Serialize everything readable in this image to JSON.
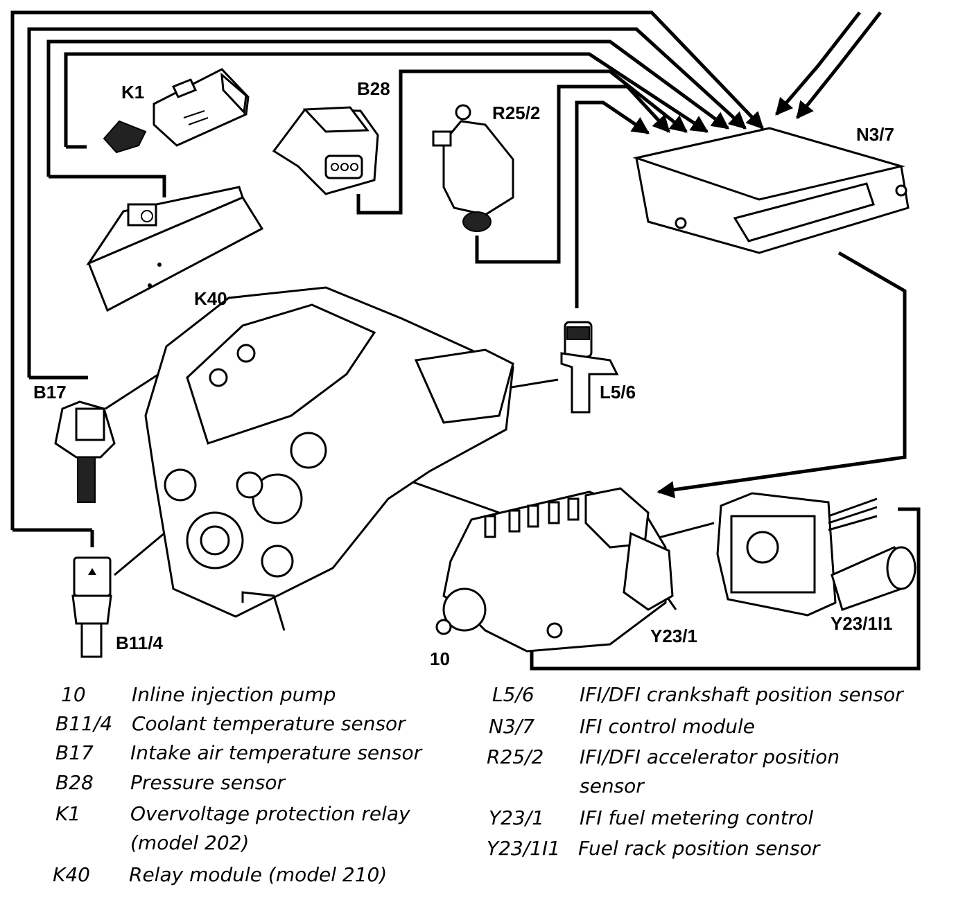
{
  "components": {
    "k1": "K1",
    "b28": "B28",
    "r25_2": "R25/2",
    "n3_7": "N3/7",
    "k40": "K40",
    "b17": "B17",
    "l5_6": "L5/6",
    "b11_4": "B11/4",
    "y23_1": "Y23/1",
    "y23_1i1": "Y23/1I1",
    "pump_10": "10"
  },
  "legend": {
    "left": [
      {
        "code": "10",
        "desc": "Inline injection pump"
      },
      {
        "code": "B11/4",
        "desc": "Coolant temperature sensor"
      },
      {
        "code": "B17",
        "desc": "Intake air temperature sensor"
      },
      {
        "code": "B28",
        "desc": "Pressure sensor"
      },
      {
        "code": "K1",
        "desc": "Overvoltage protection relay",
        "desc2": "(model 202)"
      },
      {
        "code": "K40",
        "desc": "Relay module (model 210)"
      }
    ],
    "right": [
      {
        "code": "L5/6",
        "desc": "IFI/DFI crankshaft position sensor"
      },
      {
        "code": "N3/7",
        "desc": "IFI control module"
      },
      {
        "code": "R25/2",
        "desc": "IFI/DFI accelerator position",
        "desc2": "sensor"
      },
      {
        "code": "Y23/1",
        "desc": "IFI fuel metering control"
      },
      {
        "code": "Y23/1I1",
        "desc": "Fuel rack position sensor"
      }
    ]
  }
}
